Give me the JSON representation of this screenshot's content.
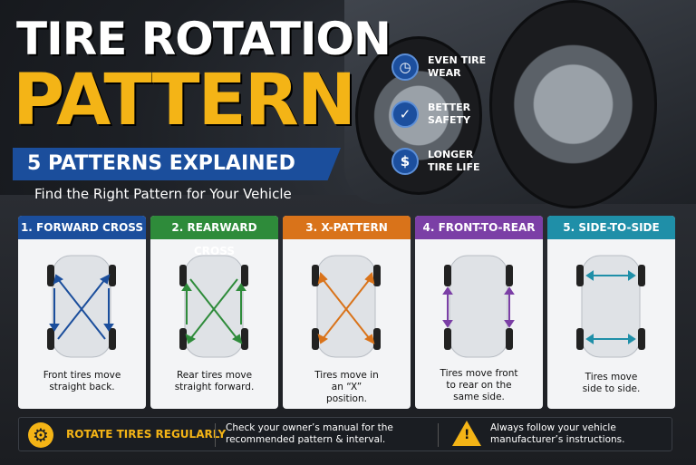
{
  "header": {
    "title_line1": "TIRE ROTATION",
    "title_line2": "PATTERN",
    "ribbon": "5 PATTERNS EXPLAINED",
    "subtitle": "Find the Right Pattern for Your Vehicle"
  },
  "benefits": [
    {
      "icon": "clock-icon",
      "glyph": "◷",
      "text": "EVEN TIRE WEAR"
    },
    {
      "icon": "shield-check-icon",
      "glyph": "✓",
      "text": "BETTER SAFETY"
    },
    {
      "icon": "dollar-icon",
      "glyph": "$",
      "text": "LONGER TIRE LIFE"
    }
  ],
  "patterns": [
    {
      "title": "1. FORWARD CROSS",
      "color": "#1b4e9c",
      "desc": "Front tires move straight back."
    },
    {
      "title": "2. REARWARD CROSS",
      "color": "#2e8b3a",
      "desc": "Rear tires move straight forward."
    },
    {
      "title": "3. X-PATTERN",
      "color": "#d9731a",
      "desc": "Tires move in an “X” position."
    },
    {
      "title": "4. FRONT-TO-REAR",
      "color": "#7b3fa6",
      "desc": "Tires move front to rear on the same side."
    },
    {
      "title": "5. SIDE-TO-SIDE",
      "color": "#1f8fa8",
      "desc": "Tires move side to side."
    }
  ],
  "footer": {
    "heading": "ROTATE TIRES REGULARLY",
    "check": "Check your owner’s manual for the recommended pattern & interval.",
    "always": "Always follow your vehicle manufacturer’s instructions.",
    "warn_glyph": "!"
  }
}
